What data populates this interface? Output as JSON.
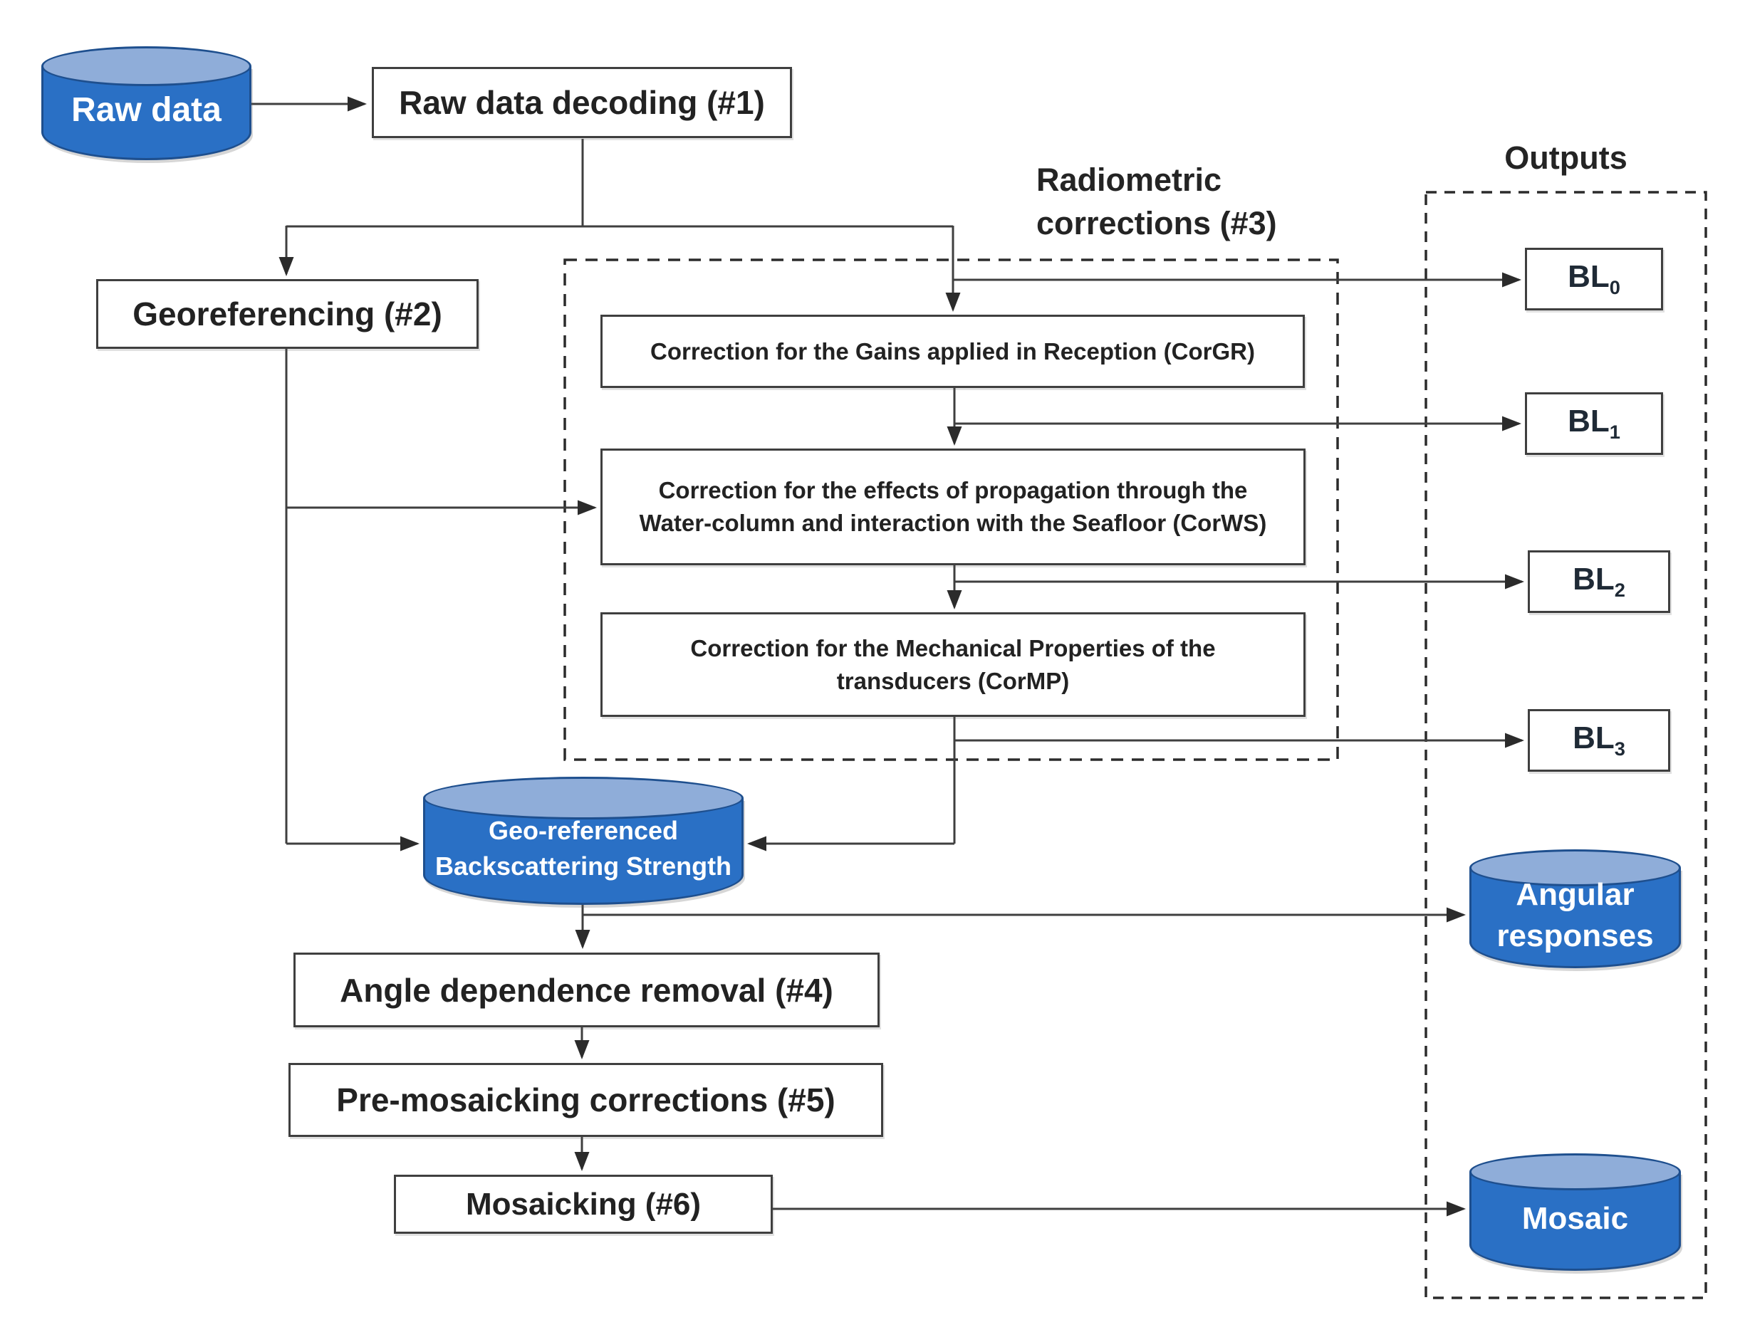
{
  "colors": {
    "cylinder_body": "#2a70c5",
    "cylinder_top": "#8fadd9",
    "cylinder_border": "#1e4f8e",
    "box_border": "#3f3f3f",
    "connector_line": "#2f2f2f",
    "label_text": "#222222",
    "cylinder_text": "#ffffff"
  },
  "nodes": {
    "raw_data": {
      "label": "Raw data"
    },
    "decoding": {
      "label": "Raw data decoding (#1)"
    },
    "georeferencing": {
      "label": "Georeferencing (#2)"
    },
    "radiometric_group": {
      "lines": [
        "Radiometric",
        "corrections (#3)"
      ]
    },
    "corgr": {
      "lines": [
        "Correction for the Gains applied in Reception (CorGR)"
      ]
    },
    "corws": {
      "lines": [
        "Correction for the effects of propagation through the",
        "Water-column and interaction with the Seafloor (CorWS)"
      ]
    },
    "cormp": {
      "lines": [
        "Correction for the Mechanical Properties of the",
        "transducers (CorMP)"
      ]
    },
    "outputs_group": {
      "label": "Outputs"
    },
    "bl": [
      {
        "base": "BL",
        "sub": "0"
      },
      {
        "base": "BL",
        "sub": "1"
      },
      {
        "base": "BL",
        "sub": "2"
      },
      {
        "base": "BL",
        "sub": "3"
      }
    ],
    "georef_bs": {
      "lines": [
        "Geo-referenced",
        "Backscattering Strength"
      ]
    },
    "angular_responses": {
      "lines": [
        "Angular",
        "responses"
      ]
    },
    "angle_removal": {
      "label": "Angle dependence removal (#4)"
    },
    "pre_mosaicking": {
      "label": "Pre-mosaicking corrections (#5)"
    },
    "mosaicking": {
      "label": "Mosaicking (#6)"
    },
    "mosaic": {
      "label": "Mosaic"
    }
  }
}
